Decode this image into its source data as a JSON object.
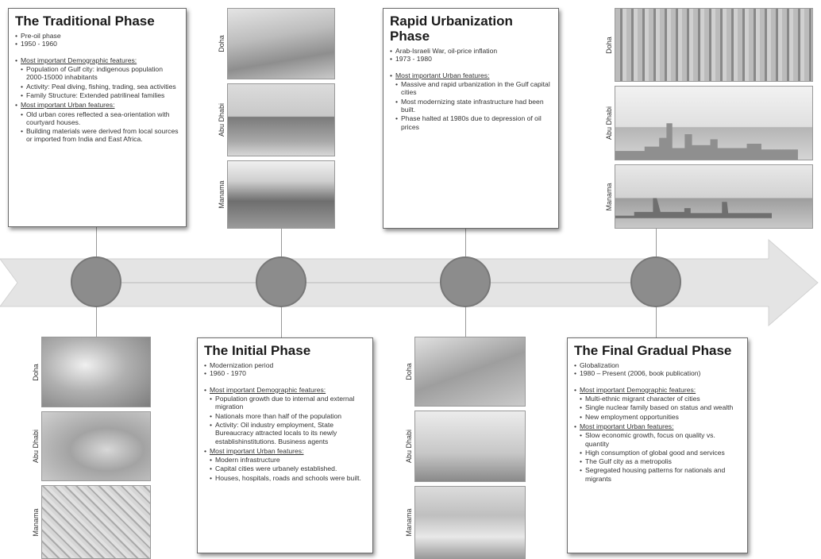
{
  "phases": {
    "traditional": {
      "title": "The Traditional Phase",
      "intro": [
        "Pre-oil phase",
        "1950 - 1960"
      ],
      "demo_head": "Most important Demographic features:",
      "demo_items": [
        "Population of Gulf city: indigenous population 2000-15000 inhabitants",
        "Activity: Peal diving, fishing, trading, sea activities",
        "Family Structure: Extended patrilineal families"
      ],
      "urban_head": "Most important Urban features:",
      "urban_items": [
        "Old urban cores reflected a sea-orientation with courtyard houses.",
        "Building materials were derived from local sources or imported from India and East Africa."
      ]
    },
    "initial": {
      "title": "The Initial Phase",
      "intro": [
        "Modernization period",
        "1960 - 1970"
      ],
      "demo_head": "Most important Demographic features:",
      "demo_items": [
        "Population growth due to internal and external migration",
        "Nationals more than half of the population",
        "Activity: Oil industry employment, State Bureaucracy attracted locals to its newly establishinstitutions. Business agents"
      ],
      "urban_head": "Most important Urban features:",
      "urban_items": [
        "Modern infrastructure",
        "Capital cities were urbanely established.",
        "Houses, hospitals, roads and schools were built."
      ]
    },
    "rapid": {
      "title": "Rapid Urbanization Phase",
      "intro": [
        "Arab-Israeli War, oil-price inflation",
        "1973 - 1980"
      ],
      "urban_head": "Most important Urban features:",
      "urban_items": [
        "Massive and rapid urbanization in the Gulf capital cities",
        "Most modernizing state infrastructure had been built.",
        "Phase halted at 1980s due to depression of oil prices"
      ]
    },
    "final": {
      "title": "The Final Gradual Phase",
      "intro": [
        "Globalization",
        "1980 – Present (2006, book publication)"
      ],
      "demo_head": "Most important Demographic features:",
      "demo_items": [
        "Multi-ethnic migrant character of cities",
        "Single nuclear family based on status and wealth",
        "New employment opportunities"
      ],
      "urban_head": "Most important Urban features:",
      "urban_items": [
        "Slow economic growth, focus on quality vs. quantity",
        "High consumption of global good and services",
        "The Gulf city as a metropolis",
        "Segregated housing patterns for nationals and migrants"
      ]
    }
  },
  "cities": [
    "Doha",
    "Abu Dhabi",
    "Manama"
  ],
  "colors": {
    "arrow": "#e3e3e3",
    "circle": "#8c8c8c",
    "line": "#999999"
  }
}
